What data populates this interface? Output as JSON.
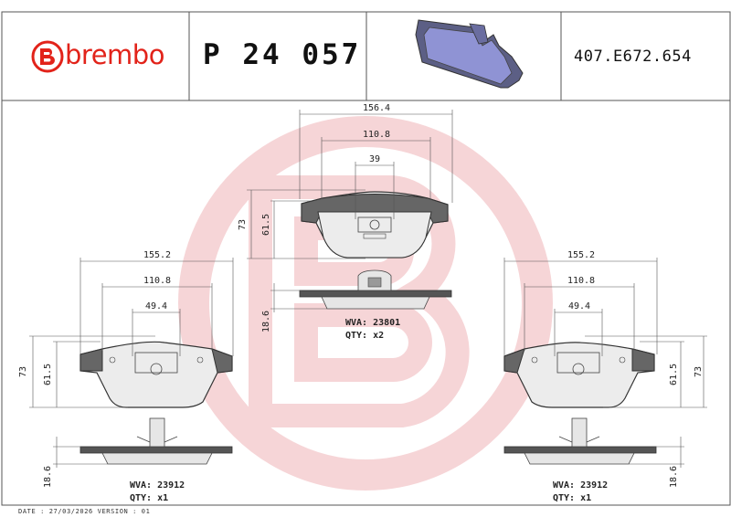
{
  "header": {
    "brand": "brembo",
    "part_number": "P 24 057",
    "reference": "407.E672.654"
  },
  "center_pad": {
    "width_total": "156.4",
    "width_mid": "110.8",
    "width_inner": "39",
    "height_total": "73",
    "height_inner": "61.5",
    "thickness": "18.6",
    "wva": "WVA: 23801",
    "qty": "QTY: x2"
  },
  "left_pad": {
    "width_total": "155.2",
    "width_mid": "110.8",
    "width_inner": "49.4",
    "height_total": "73",
    "height_inner": "61.5",
    "thickness": "18.6",
    "wva": "WVA: 23912",
    "qty": "QTY: x1"
  },
  "right_pad": {
    "width_total": "155.2",
    "width_mid": "110.8",
    "width_inner": "49.4",
    "height_total": "73",
    "height_inner": "61.5",
    "thickness": "18.6",
    "wva": "WVA: 23912",
    "qty": "QTY: x1"
  },
  "footer": "DATE : 27/03/2026 VERSION : 01",
  "colors": {
    "brand_red": "#e2231a",
    "watermark": "#f6d3d5",
    "pad_fill": "#ececec",
    "pad_outline": "#333333",
    "pad_product": "#8f93d4"
  }
}
